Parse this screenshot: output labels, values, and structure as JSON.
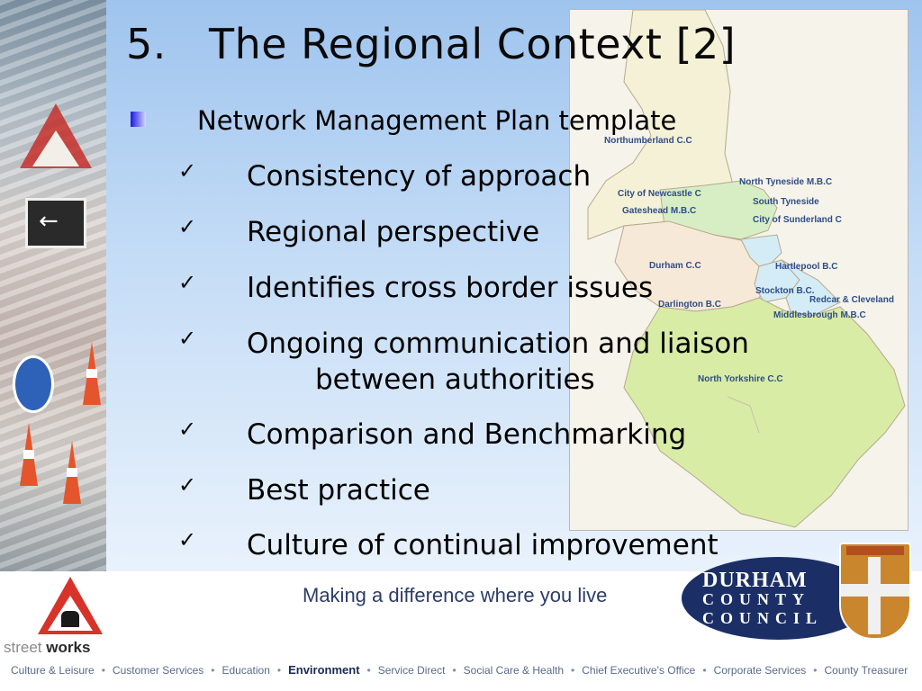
{
  "slide": {
    "title_number": "5.",
    "title_text": "The Regional Context [2]",
    "main_point": "Network Management Plan template",
    "check_glyph": "✓",
    "items": [
      {
        "line1": "Consistency of approach",
        "line2": ""
      },
      {
        "line1": "Regional perspective",
        "line2": ""
      },
      {
        "line1": "Identifies cross border issues",
        "line2": ""
      },
      {
        "line1": "Ongoing communication and liaison",
        "line2": "between authorities"
      },
      {
        "line1": "Comparison and Benchmarking",
        "line2": ""
      },
      {
        "line1": "Best practice",
        "line2": ""
      },
      {
        "line1": "Culture of continual improvement",
        "line2": ""
      }
    ]
  },
  "map": {
    "labels": [
      "Northumberland C.C",
      "North Tyneside M.B.C",
      "City of Newcastle C",
      "South Tyneside",
      "Gateshead M.B.C",
      "City of Sunderland C",
      "Durham C.C",
      "Hartlepool B.C",
      "Stockton B.C.",
      "Redcar & Cleveland",
      "Darlington B.C",
      "Middlesbrough M.B.C",
      "North Yorkshire C.C"
    ],
    "colors": {
      "northumberland": "#f4f1d6",
      "tyne": "#d7eec4",
      "durham": "#f7e9d8",
      "teesside": "#d4ecf6",
      "north_yorkshire": "#d8eca6"
    }
  },
  "footer": {
    "street_works_light": "street",
    "street_works_bold": "works",
    "tagline": "Making a difference where you live",
    "council_line1": "DURHAM",
    "council_line2": "COUNTY",
    "council_line3": "COUNCIL",
    "nav": [
      {
        "label": "Culture & Leisure",
        "active": false
      },
      {
        "label": "Customer Services",
        "active": false
      },
      {
        "label": "Education",
        "active": false
      },
      {
        "label": "Environment",
        "active": true
      },
      {
        "label": "Service Direct",
        "active": false
      },
      {
        "label": "Social Care & Health",
        "active": false
      },
      {
        "label": "Chief Executive's Office",
        "active": false
      },
      {
        "label": "Corporate Services",
        "active": false
      },
      {
        "label": "County Treasurer",
        "active": false
      }
    ],
    "separator": "•"
  },
  "colors": {
    "background_top": "#9fc4ee",
    "bullet_blue": "#1a1ad8",
    "council_navy": "#1b2f66",
    "tagline": "#2c3c68"
  }
}
